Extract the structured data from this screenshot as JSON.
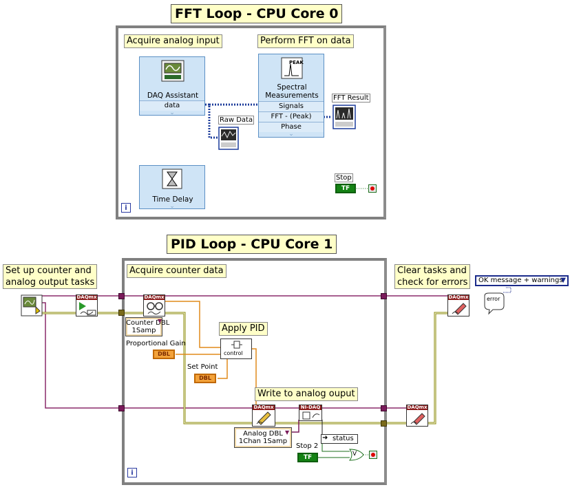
{
  "fft_loop": {
    "title": "FFT Loop - CPU Core 0",
    "label_acquire": "Acquire analog input",
    "label_fft": "Perform FFT on data",
    "daq_assistant": {
      "name": "DAQ Assistant",
      "output": "data"
    },
    "spectral": {
      "name_line1": "Spectral",
      "name_line2": "Measurements",
      "in": "Signals",
      "out1": "FFT - (Peak)",
      "out2": "Phase"
    },
    "raw_data": "Raw Data",
    "fft_result": "FFT Result",
    "time_delay": "Time Delay",
    "stop": "Stop",
    "tf": "TF",
    "iteration": "i",
    "peak": "PEAK"
  },
  "pid_loop": {
    "title": "PID Loop - CPU Core 1",
    "label_setup": "Set up counter and\nanalog output tasks",
    "label_acquire": "Acquire counter data",
    "label_pid": "Apply PID",
    "label_write": "Write to analog ouput",
    "label_clear": "Clear tasks and\ncheck for errors",
    "counter_ring": "Counter DBL\n1Samp",
    "prop_gain": "Proportional Gain",
    "set_point": "Set Point",
    "dbl": "DBL",
    "pid_node": "control",
    "analog_ring": "Analog DBL\n1Chan 1Samp",
    "status": "status",
    "stop2": "Stop 2",
    "tf": "TF",
    "error_dropdown": "OK message + warnings",
    "error_text": "error",
    "daqmx": "DAQmx",
    "nidaq": "NI-DAQ",
    "iteration": "i",
    "or": "V"
  }
}
